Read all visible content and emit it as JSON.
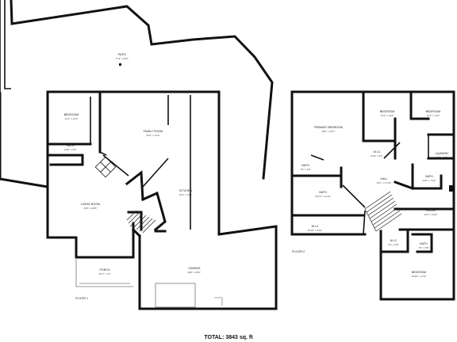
{
  "rooms": [
    {
      "id": "patio",
      "label": "PATIO",
      "dim": "77'2\" x 36'1\""
    },
    {
      "id": "bedroom1",
      "label": "BEDROOM",
      "dim": "13'4\" x 12'3\""
    },
    {
      "id": "bath1",
      "label": "BATH",
      "dim": "6'10\" x 5'4\""
    },
    {
      "id": "family",
      "label": "FAMILY ROOM",
      "dim": "20'4\" x 21'9\""
    },
    {
      "id": "living",
      "label": "LIVING ROOM",
      "dim": "23'3\" x 26'8\""
    },
    {
      "id": "kitchen",
      "label": "KITCHEN",
      "dim": "16'1\" x 16'3\""
    },
    {
      "id": "porch",
      "label": "PORCH",
      "dim": "16'7\" x 7'2\""
    },
    {
      "id": "garage",
      "label": "GARAGE",
      "dim": "30'0\" x 25'1\""
    },
    {
      "id": "primary",
      "label": "PRIMARY BEDROOM",
      "dim": "18'4\" x 23'7\""
    },
    {
      "id": "bedroom2",
      "label": "BEDROOM",
      "dim": "12'4\" x 11'6\""
    },
    {
      "id": "bedroom3",
      "label": "BEDROOM",
      "dim": "12'2\" x 11'6\""
    },
    {
      "id": "wic1",
      "label": "W.I.C",
      "dim": "8'10\" x 5'1\""
    },
    {
      "id": "laundry",
      "label": "LAUNDRY",
      "dim": "6'1\" x 6'2\""
    },
    {
      "id": "bath2",
      "label": "BATH",
      "dim": "7'3\" x 4'8\""
    },
    {
      "id": "hall",
      "label": "HALL",
      "dim": "18'1\" x 17'10\""
    },
    {
      "id": "bath3",
      "label": "BATH",
      "dim": "12'8\" x 7'10\""
    },
    {
      "id": "bath4",
      "label": "BATH",
      "dim": "16'10\" x 11'11\""
    },
    {
      "id": "room",
      "label": "ROOM",
      "dim": "13'1\" x 10'8\""
    },
    {
      "id": "wic2",
      "label": "W.I.C",
      "dim": "16'10\" x 5'10\""
    },
    {
      "id": "wic3",
      "label": "W.I.C",
      "dim": "6'4\" x 5'8\""
    },
    {
      "id": "bath5",
      "label": "BATH",
      "dim": "7'9\" x 5'8\""
    },
    {
      "id": "bedroom4",
      "label": "BEDROOM",
      "dim": "16'10\" x 17'8\""
    }
  ],
  "floors": {
    "floor1": "FLOOR 1",
    "floor2": "FLOOR 2"
  },
  "summary": {
    "total": "TOTAL: 3843 sq. ft"
  },
  "colors": {
    "wall": "#111111",
    "background": "#ffffff"
  }
}
